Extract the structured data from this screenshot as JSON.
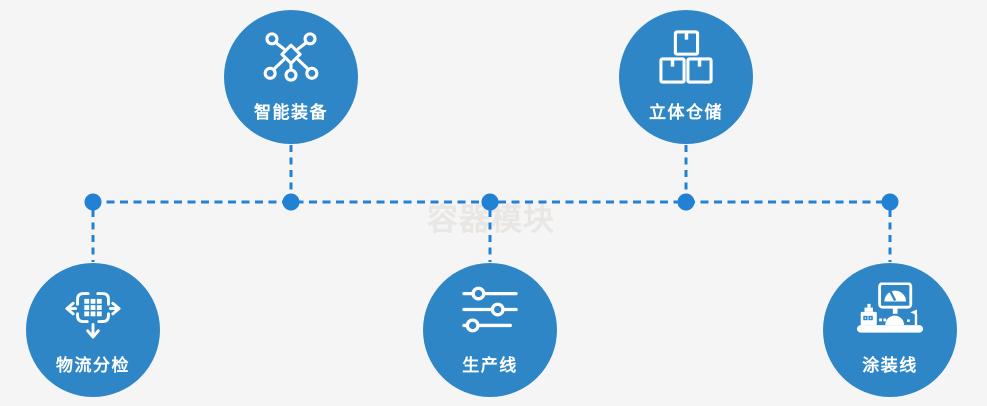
{
  "diagram": {
    "watermark": "容器模块",
    "nodes": [
      {
        "label": "智能装备",
        "icon": "network-nodes-icon"
      },
      {
        "label": "立体仓储",
        "icon": "stacked-boxes-icon"
      },
      {
        "label": "物流分检",
        "icon": "sorting-distribute-icon"
      },
      {
        "label": "生产线",
        "icon": "sliders-icon"
      },
      {
        "label": "涂装线",
        "icon": "machine-monitor-icon"
      }
    ],
    "colors": {
      "background": "#f5f5f6",
      "node_fill": "#2e86c7",
      "connector": "#2381d4",
      "icon_and_label": "#ffffff",
      "watermark": "#e9e6e3"
    }
  }
}
